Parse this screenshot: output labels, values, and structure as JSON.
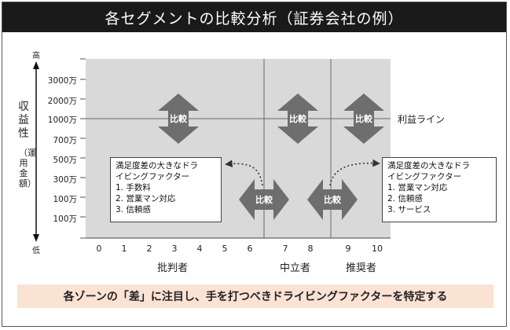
{
  "title": "各セグメントの比較分析（証券会社の例）",
  "y_axis": {
    "top_label": "高",
    "bottom_label": "低",
    "title": "収益性",
    "subtitle": "（運用金額）",
    "ticks": [
      "3000万",
      "2000万",
      "1000万",
      "700万",
      "500万",
      "300万",
      "100万",
      "100万"
    ]
  },
  "x_axis": {
    "ticks": [
      "0",
      "1",
      "2",
      "3",
      "4",
      "5",
      "6",
      "7",
      "8",
      "9",
      "10"
    ],
    "zones": [
      "批判者",
      "中立者",
      "推奨者"
    ]
  },
  "profit_line_label": "利益ライン",
  "arrow_label": "比較",
  "left_note": {
    "title_line1": "満足度差の大きなドラ",
    "title_line2": "イビングファクター",
    "items": [
      "1. 手数料",
      "2. 営業マン対応",
      "3. 信頼感"
    ]
  },
  "right_note": {
    "title_line1": "満足度差の大きなドラ",
    "title_line2": "イビングファクター",
    "items": [
      "1. 営業マン対応",
      "2. 信頼感",
      "3. サービス"
    ]
  },
  "footer": "各ゾーンの「差」に注目し、手を打つべきドライビングファクターを特定する",
  "colors": {
    "plot_bg": "#d9d9d9",
    "arrow": "#6e6e6e",
    "title_bg": "#1a1a1a",
    "footer_bg": "#fbe3d4"
  }
}
